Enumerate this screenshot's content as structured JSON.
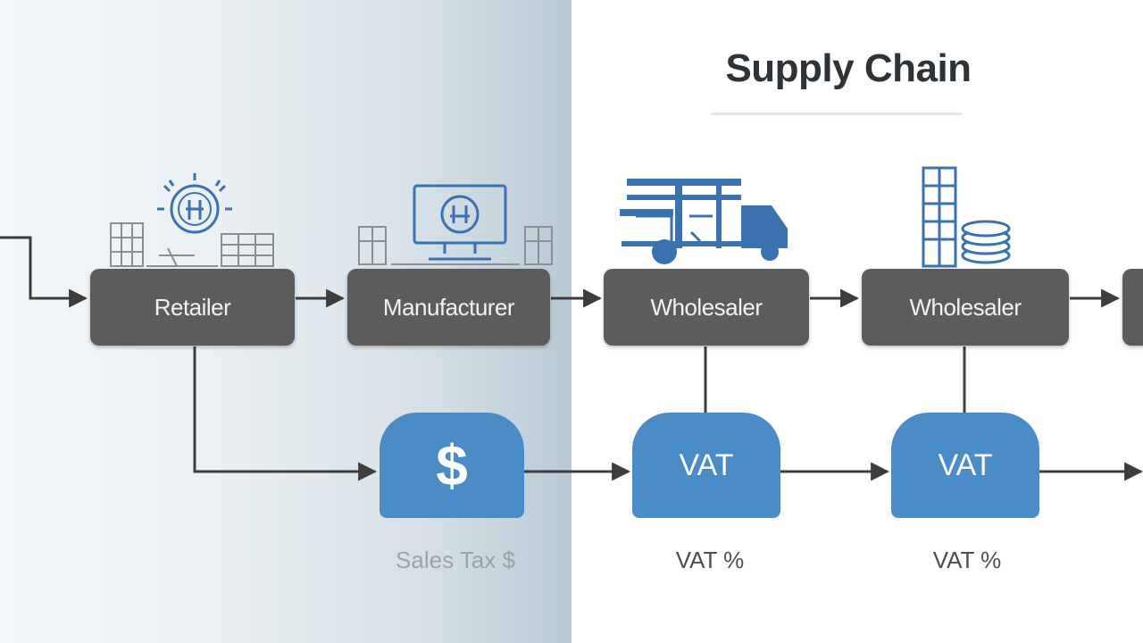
{
  "title": "Supply Chain",
  "stages": [
    {
      "label": "Retailer",
      "icon": "retail-store-icon"
    },
    {
      "label": "Manufacturer",
      "icon": "factory-monitor-icon"
    },
    {
      "label": "Wholesaler",
      "icon": "truck-icon"
    },
    {
      "label": "Wholesaler",
      "icon": "warehouse-coins-icon"
    }
  ],
  "tax_boxes": [
    {
      "label": "$"
    },
    {
      "label": "VAT"
    },
    {
      "label": "VAT"
    }
  ],
  "captions": [
    {
      "label": "Sales Tax $"
    },
    {
      "label": "VAT %"
    },
    {
      "label": "VAT %"
    }
  ],
  "colors": {
    "stage_fill": "#5c5c5c",
    "tax_fill": "#4a8cc8",
    "arrow": "#3d3d3d",
    "icon_blue": "#3a72b0",
    "icon_gray": "#8a8f94"
  }
}
